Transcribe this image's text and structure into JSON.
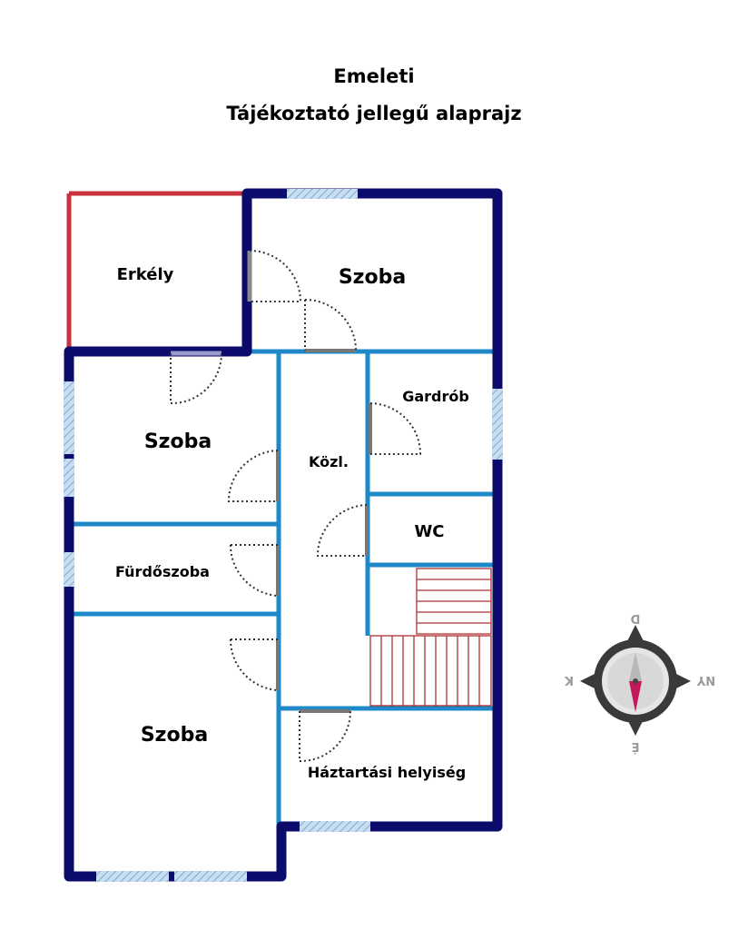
{
  "header": {
    "title": "Emeleti",
    "subtitle": "Tájékoztató jellegű alaprajz"
  },
  "rooms": [
    {
      "label": "Erkély"
    },
    {
      "label": "Szoba"
    },
    {
      "label": "Szoba"
    },
    {
      "label": "Gardrób"
    },
    {
      "label": "Közl."
    },
    {
      "label": "WC"
    },
    {
      "label": "Fürdőszoba"
    },
    {
      "label": "Szoba"
    },
    {
      "label": "Háztartási helyiség"
    }
  ],
  "compass": {
    "north": "D",
    "east": "NY",
    "south": "É",
    "west": "K"
  },
  "colors": {
    "outer_wall": "#0b0b6b",
    "inner_wall": "#1e88c8",
    "balcony_edge": "#c8323c",
    "stairs": "#b03030",
    "window": "#a8c8e8",
    "door_swing": "#333333",
    "compass_needle": "#c2185b"
  },
  "icons": [
    "compass-icon"
  ]
}
